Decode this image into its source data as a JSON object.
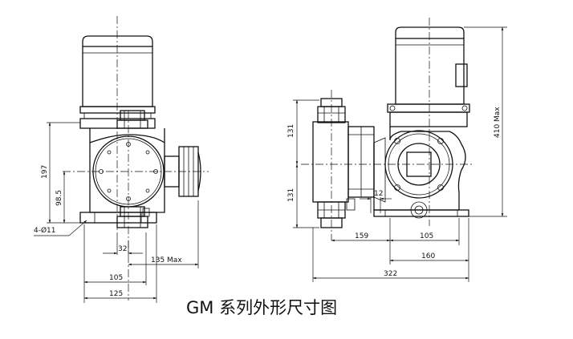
{
  "caption": "GM 系列外形尺寸图",
  "left_view": {
    "dim_height_total": "197",
    "dim_height_center": "98.5",
    "dim_bolt_holes": "4-Ø11",
    "dim_32": "32",
    "dim_135max": "135 Max",
    "dim_105": "105",
    "dim_125": "125"
  },
  "right_view": {
    "dim_131_upper": "131",
    "dim_131_lower": "131",
    "dim_410max": "410 Max",
    "dim_12": "12",
    "dim_159": "159",
    "dim_105": "105",
    "dim_160": "160",
    "dim_322": "322"
  }
}
